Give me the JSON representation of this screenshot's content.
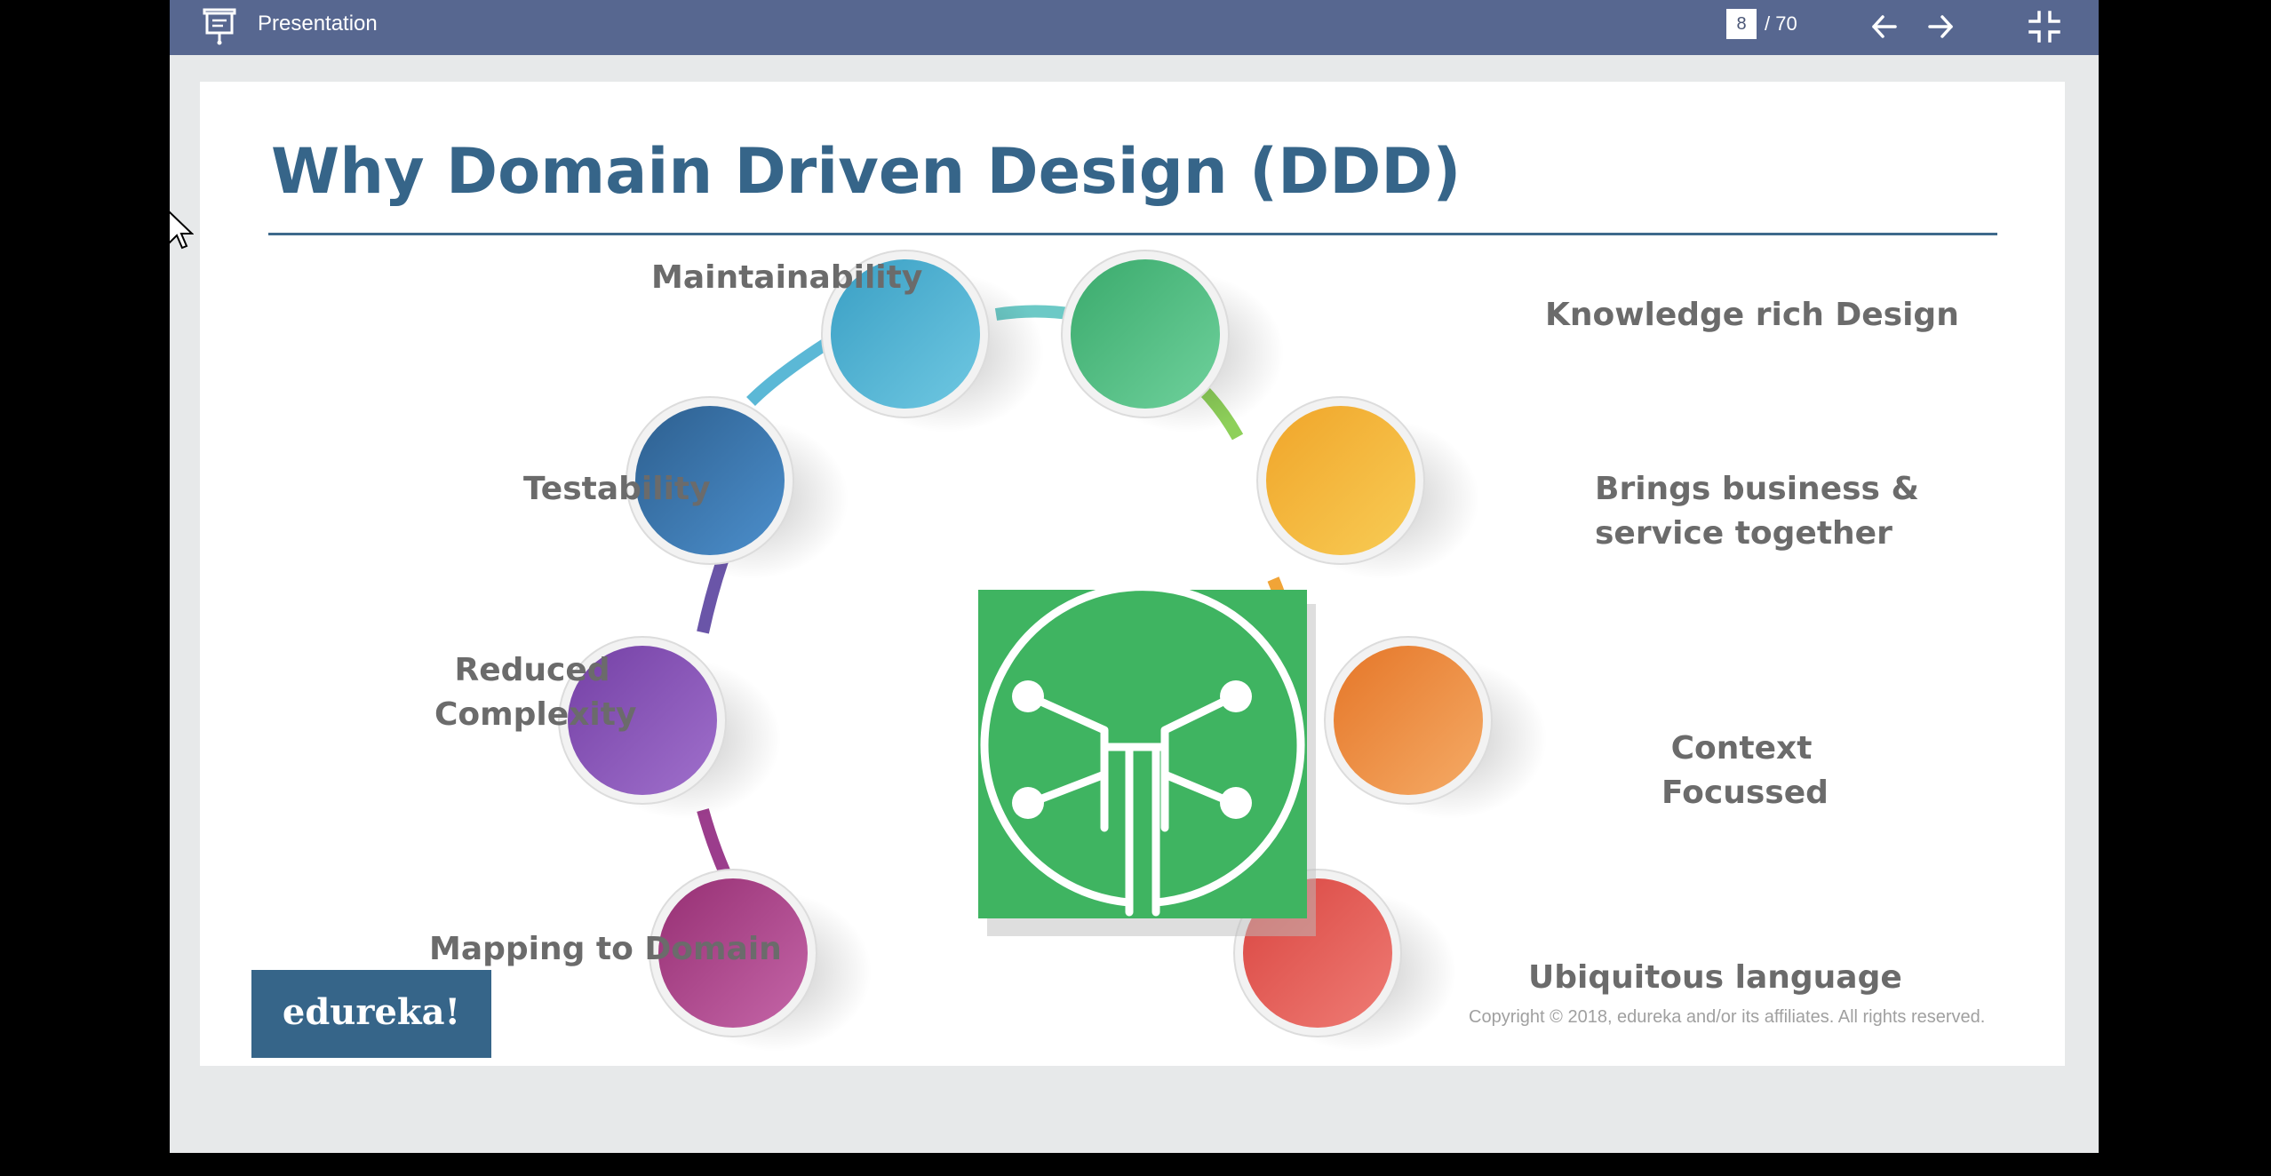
{
  "toolbar": {
    "title": "Presentation",
    "current_page": "8",
    "total_pages": "/ 70"
  },
  "slide": {
    "title": "Why Domain Driven Design (DDD)",
    "labels": {
      "maintainability": "Maintainability",
      "knowledge": "Knowledge rich Design",
      "testability": "Testability",
      "brings_line1": "Brings  business &",
      "brings_line2": "service together",
      "reduced_line1": "Reduced",
      "reduced_line2": "Complexity",
      "context_line1": "Context",
      "context_line2": "Focussed",
      "mapping": "Mapping to Domain",
      "ubiquitous": "Ubiquitous language"
    },
    "logo": "edureka!",
    "copyright": "Copyright © 2018, edureka and/or its affiliates. All rights reserved.",
    "colors": {
      "title": "#366589",
      "maintainability": "#56b4d3",
      "knowledge": "#4fbf85",
      "testability": "#3a78b0",
      "brings": "#f3b63c",
      "reduced": "#8a56b8",
      "context": "#ee8f3f",
      "mapping": "#b2478e",
      "ubiquitous": "#e45a56",
      "center_icon": "#3fb461"
    }
  }
}
